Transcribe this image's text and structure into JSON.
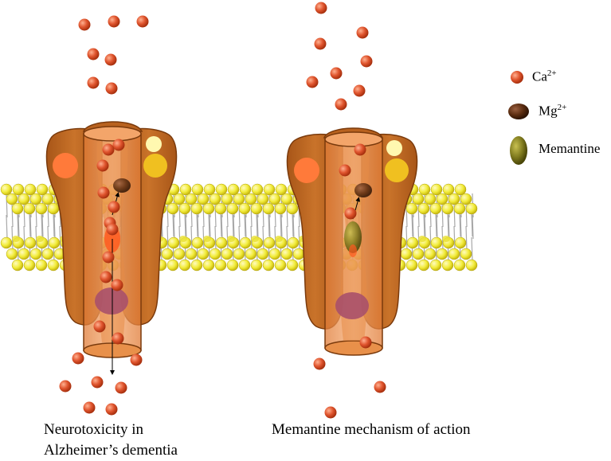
{
  "legend": {
    "calcium": {
      "base": "Ca",
      "sup": "2+",
      "color": "#e0552e"
    },
    "magnesium": {
      "base": "Mg",
      "sup": "2+",
      "color": "#5a2c10"
    },
    "memantine": {
      "label": "Memantine",
      "color": "#7f7a1e"
    }
  },
  "captions": {
    "left_line1": "Neurotoxicity in",
    "left_line2": "Alzheimer’s dementia",
    "right": "Memantine mechanism of action"
  },
  "colors": {
    "channel": "#b8621f",
    "channel_dark": "#7a3a0c",
    "pore": "#f0a060",
    "lipid_head": "#f2ec3a",
    "ion": "#e0552e",
    "site_purple": "#a8506a",
    "site_orange": "#ff7a3a",
    "site_yellow": "#f0c020",
    "site_pale": "#fff8b0"
  }
}
